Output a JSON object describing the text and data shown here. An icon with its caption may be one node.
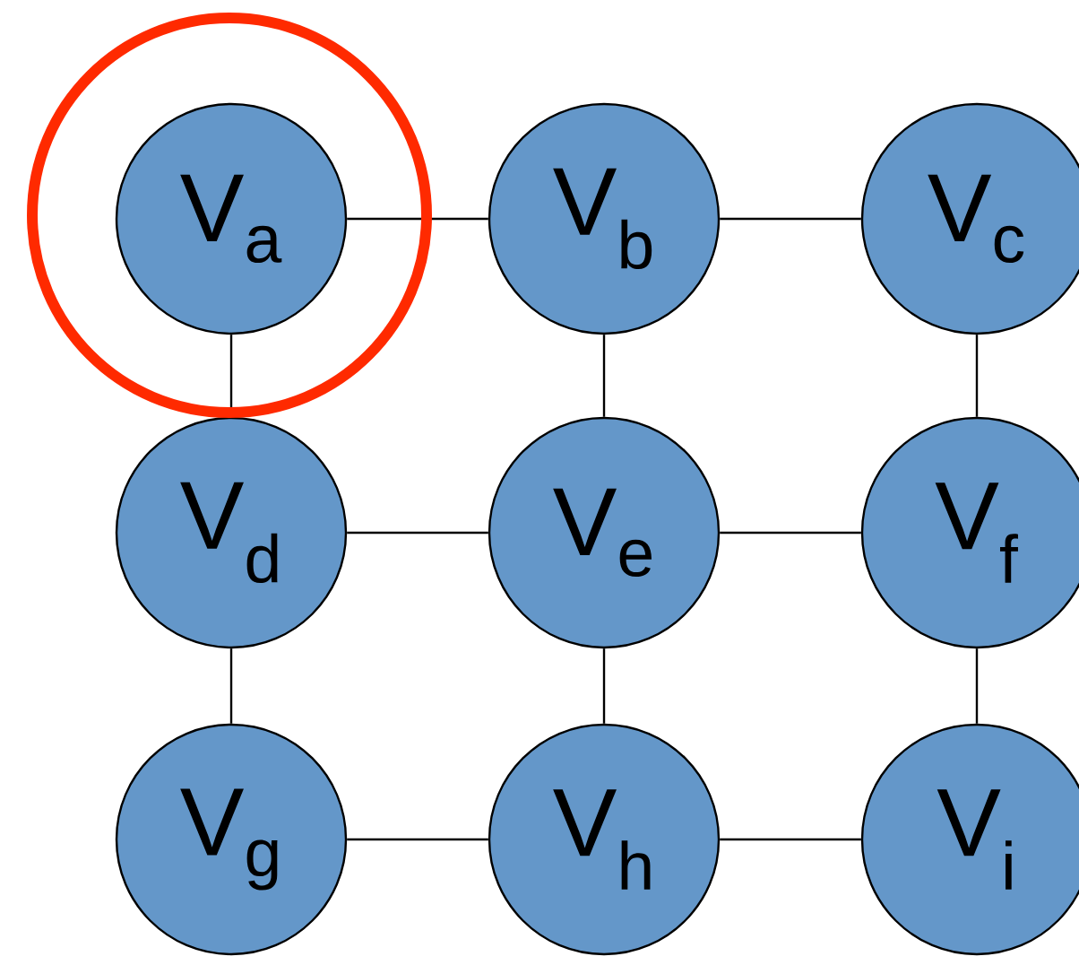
{
  "diagram": {
    "nodes": [
      {
        "text": [
          "V$_{a}$"
        ]
      },
      {
        "text": [
          "V$_{b}$"
        ]
      },
      {
        "text": [
          "V$_{c}$"
        ]
      },
      {
        "text": [
          "V$_{d}$"
        ]
      },
      {
        "text": [
          "V$_{e}$"
        ]
      },
      {
        "text": [
          "V$_{f}$"
        ]
      },
      {
        "text": [
          "V$_{g}$"
        ]
      },
      {
        "text": [
          "V$_{h}$"
        ]
      },
      {
        "text": [
          "V$_{i}$"
        ]
      }
    ],
    "edges": [
      {
        "from": 0,
        "to": 1,
        "arrow": "none"
      },
      {
        "from": 1,
        "to": 2,
        "arrow": "none"
      },
      {
        "from": 0,
        "to": 3,
        "arrow": "none"
      },
      {
        "from": 1,
        "to": 4,
        "arrow": "none"
      },
      {
        "from": 2,
        "to": 5,
        "arrow": "none"
      },
      {
        "from": 3,
        "to": 4,
        "arrow": "none"
      },
      {
        "from": 4,
        "to": 5,
        "arrow": "none"
      },
      {
        "from": 3,
        "to": 6,
        "arrow": "none"
      },
      {
        "from": 4,
        "to": 7,
        "arrow": "none"
      },
      {
        "from": 5,
        "to": 8,
        "arrow": "none"
      },
      {
        "from": 6,
        "to": 7,
        "arrow": "none"
      },
      {
        "from": 7,
        "to": 8,
        "arrow": "none"
      }
    ]
  }
}
